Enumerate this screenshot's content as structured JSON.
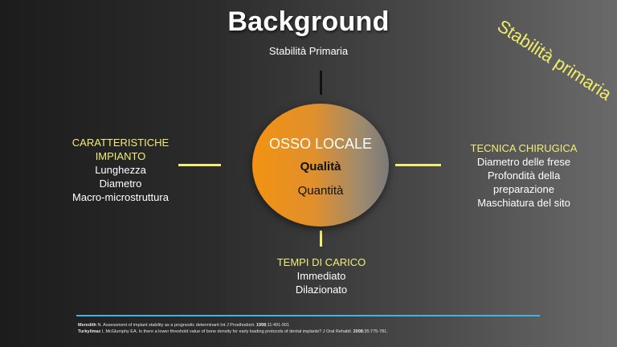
{
  "title": "Background",
  "subtitle": "Stabilità Primaria",
  "stamp": "Stabilità primaria",
  "center": {
    "title": "OSSO LOCALE",
    "quality": "Qualità",
    "quantity": "Quantità"
  },
  "left": {
    "heading_line1": "CARATTERISTICHE",
    "heading_line2": "IMPIANTO",
    "items": [
      "Lunghezza",
      "Diametro",
      "Macro-microstruttura"
    ]
  },
  "right": {
    "heading": "TECNICA CHIRUGICA",
    "items": [
      "Diametro delle frese",
      "Profondità della",
      "preparazione",
      "Maschiatura del sito"
    ]
  },
  "bottom": {
    "heading": "TEMPI DI CARICO",
    "items": [
      "Immediato",
      "Dilazionato"
    ]
  },
  "references": [
    {
      "author": "Meredith",
      "text": " N. Assessment of implant stability as a prognostic determinant  Int J Prosthodont. ",
      "year": "1998",
      "tail": ";11:491-501"
    },
    {
      "author": "Turkyilmaz",
      "text": " I, McGlumphy EA. Is there a lower threshold value of bone density for early loading protocols of dental implants? J Oral Rehabil. ",
      "year": "2008",
      "tail": ";35:775-781."
    }
  ],
  "colors": {
    "accent_yellow": "#f2ed78",
    "rule_blue": "#39b7e8",
    "circle_orange": "#f29212",
    "circle_grey": "#7a7a7a"
  }
}
